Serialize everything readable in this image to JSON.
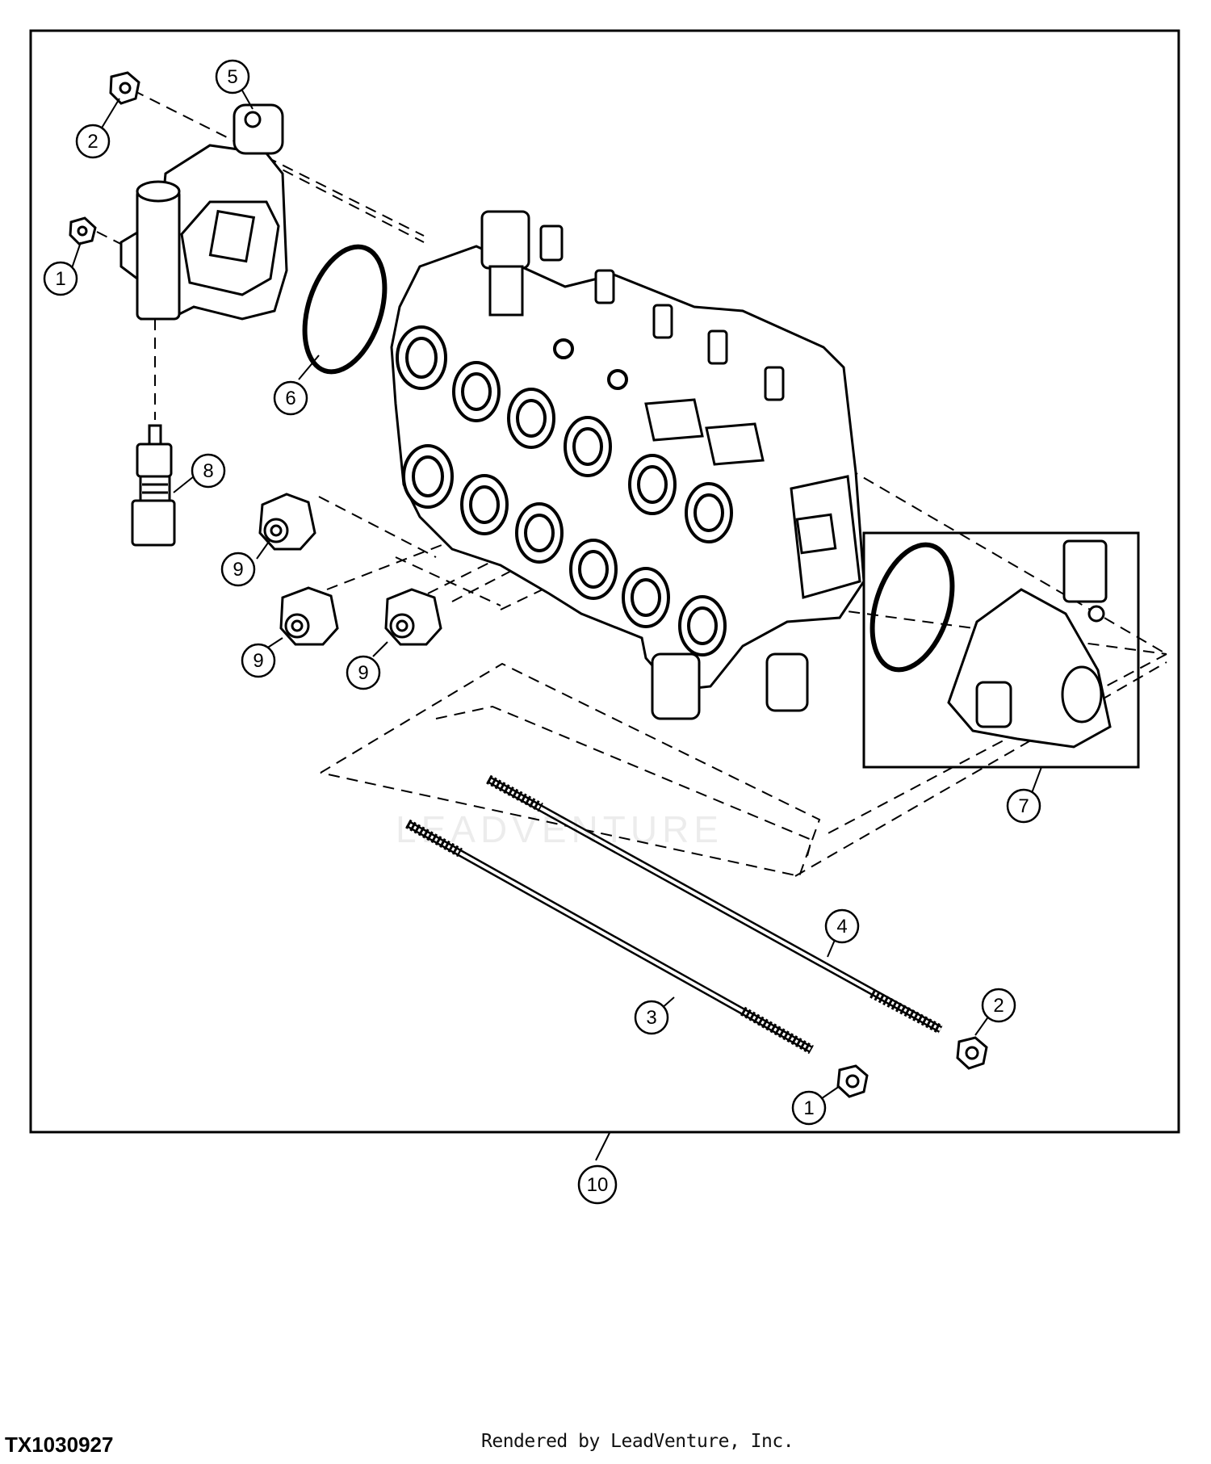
{
  "figure_id": "TX1030927",
  "credit": "Rendered by LeadVenture, Inc.",
  "watermark": "LEADVENTURE",
  "callouts": [
    {
      "id": "c1a",
      "label": "1"
    },
    {
      "id": "c2a",
      "label": "2"
    },
    {
      "id": "c5",
      "label": "5"
    },
    {
      "id": "c6",
      "label": "6"
    },
    {
      "id": "c8",
      "label": "8"
    },
    {
      "id": "c9a",
      "label": "9"
    },
    {
      "id": "c9b",
      "label": "9"
    },
    {
      "id": "c9c",
      "label": "9"
    },
    {
      "id": "c7",
      "label": "7"
    },
    {
      "id": "c4",
      "label": "4"
    },
    {
      "id": "c2b",
      "label": "2"
    },
    {
      "id": "c3",
      "label": "3"
    },
    {
      "id": "c1b",
      "label": "1"
    },
    {
      "id": "c10",
      "label": "10"
    }
  ]
}
